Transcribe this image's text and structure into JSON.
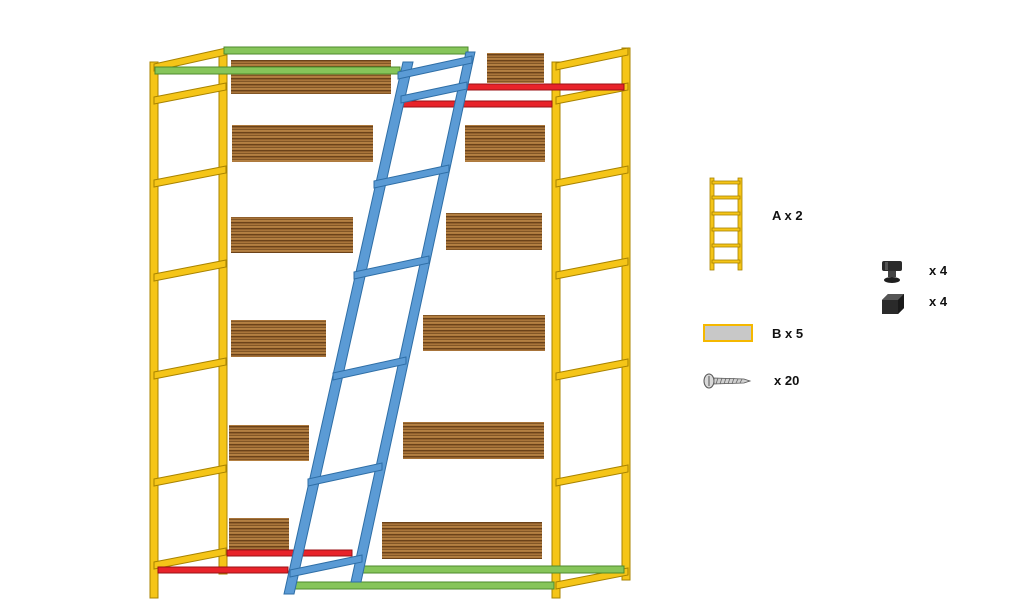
{
  "colors": {
    "frame": "#f5c518",
    "frame_edge": "#a88300",
    "top_bar": "#86c55a",
    "cross_bar": "#e8232a",
    "ladder": "#5b9bd5",
    "ladder_edge": "#2e6ea6",
    "wood_light": "#b07a3c",
    "wood_dark": "#6b4219",
    "panel_b": "#c8c8c8"
  },
  "legend": {
    "frame_a": {
      "label": "A x 2",
      "icon": "ladder-frame-icon"
    },
    "bar_b": {
      "label": "B x 5",
      "icon": "gray-bar-icon"
    },
    "screw": {
      "label": "x 20",
      "icon": "screw-icon"
    },
    "leveling_foot": {
      "label": "x 4",
      "icon": "leveling-foot-icon"
    },
    "foot_cap": {
      "label": "x 4",
      "icon": "foot-cap-icon"
    }
  }
}
